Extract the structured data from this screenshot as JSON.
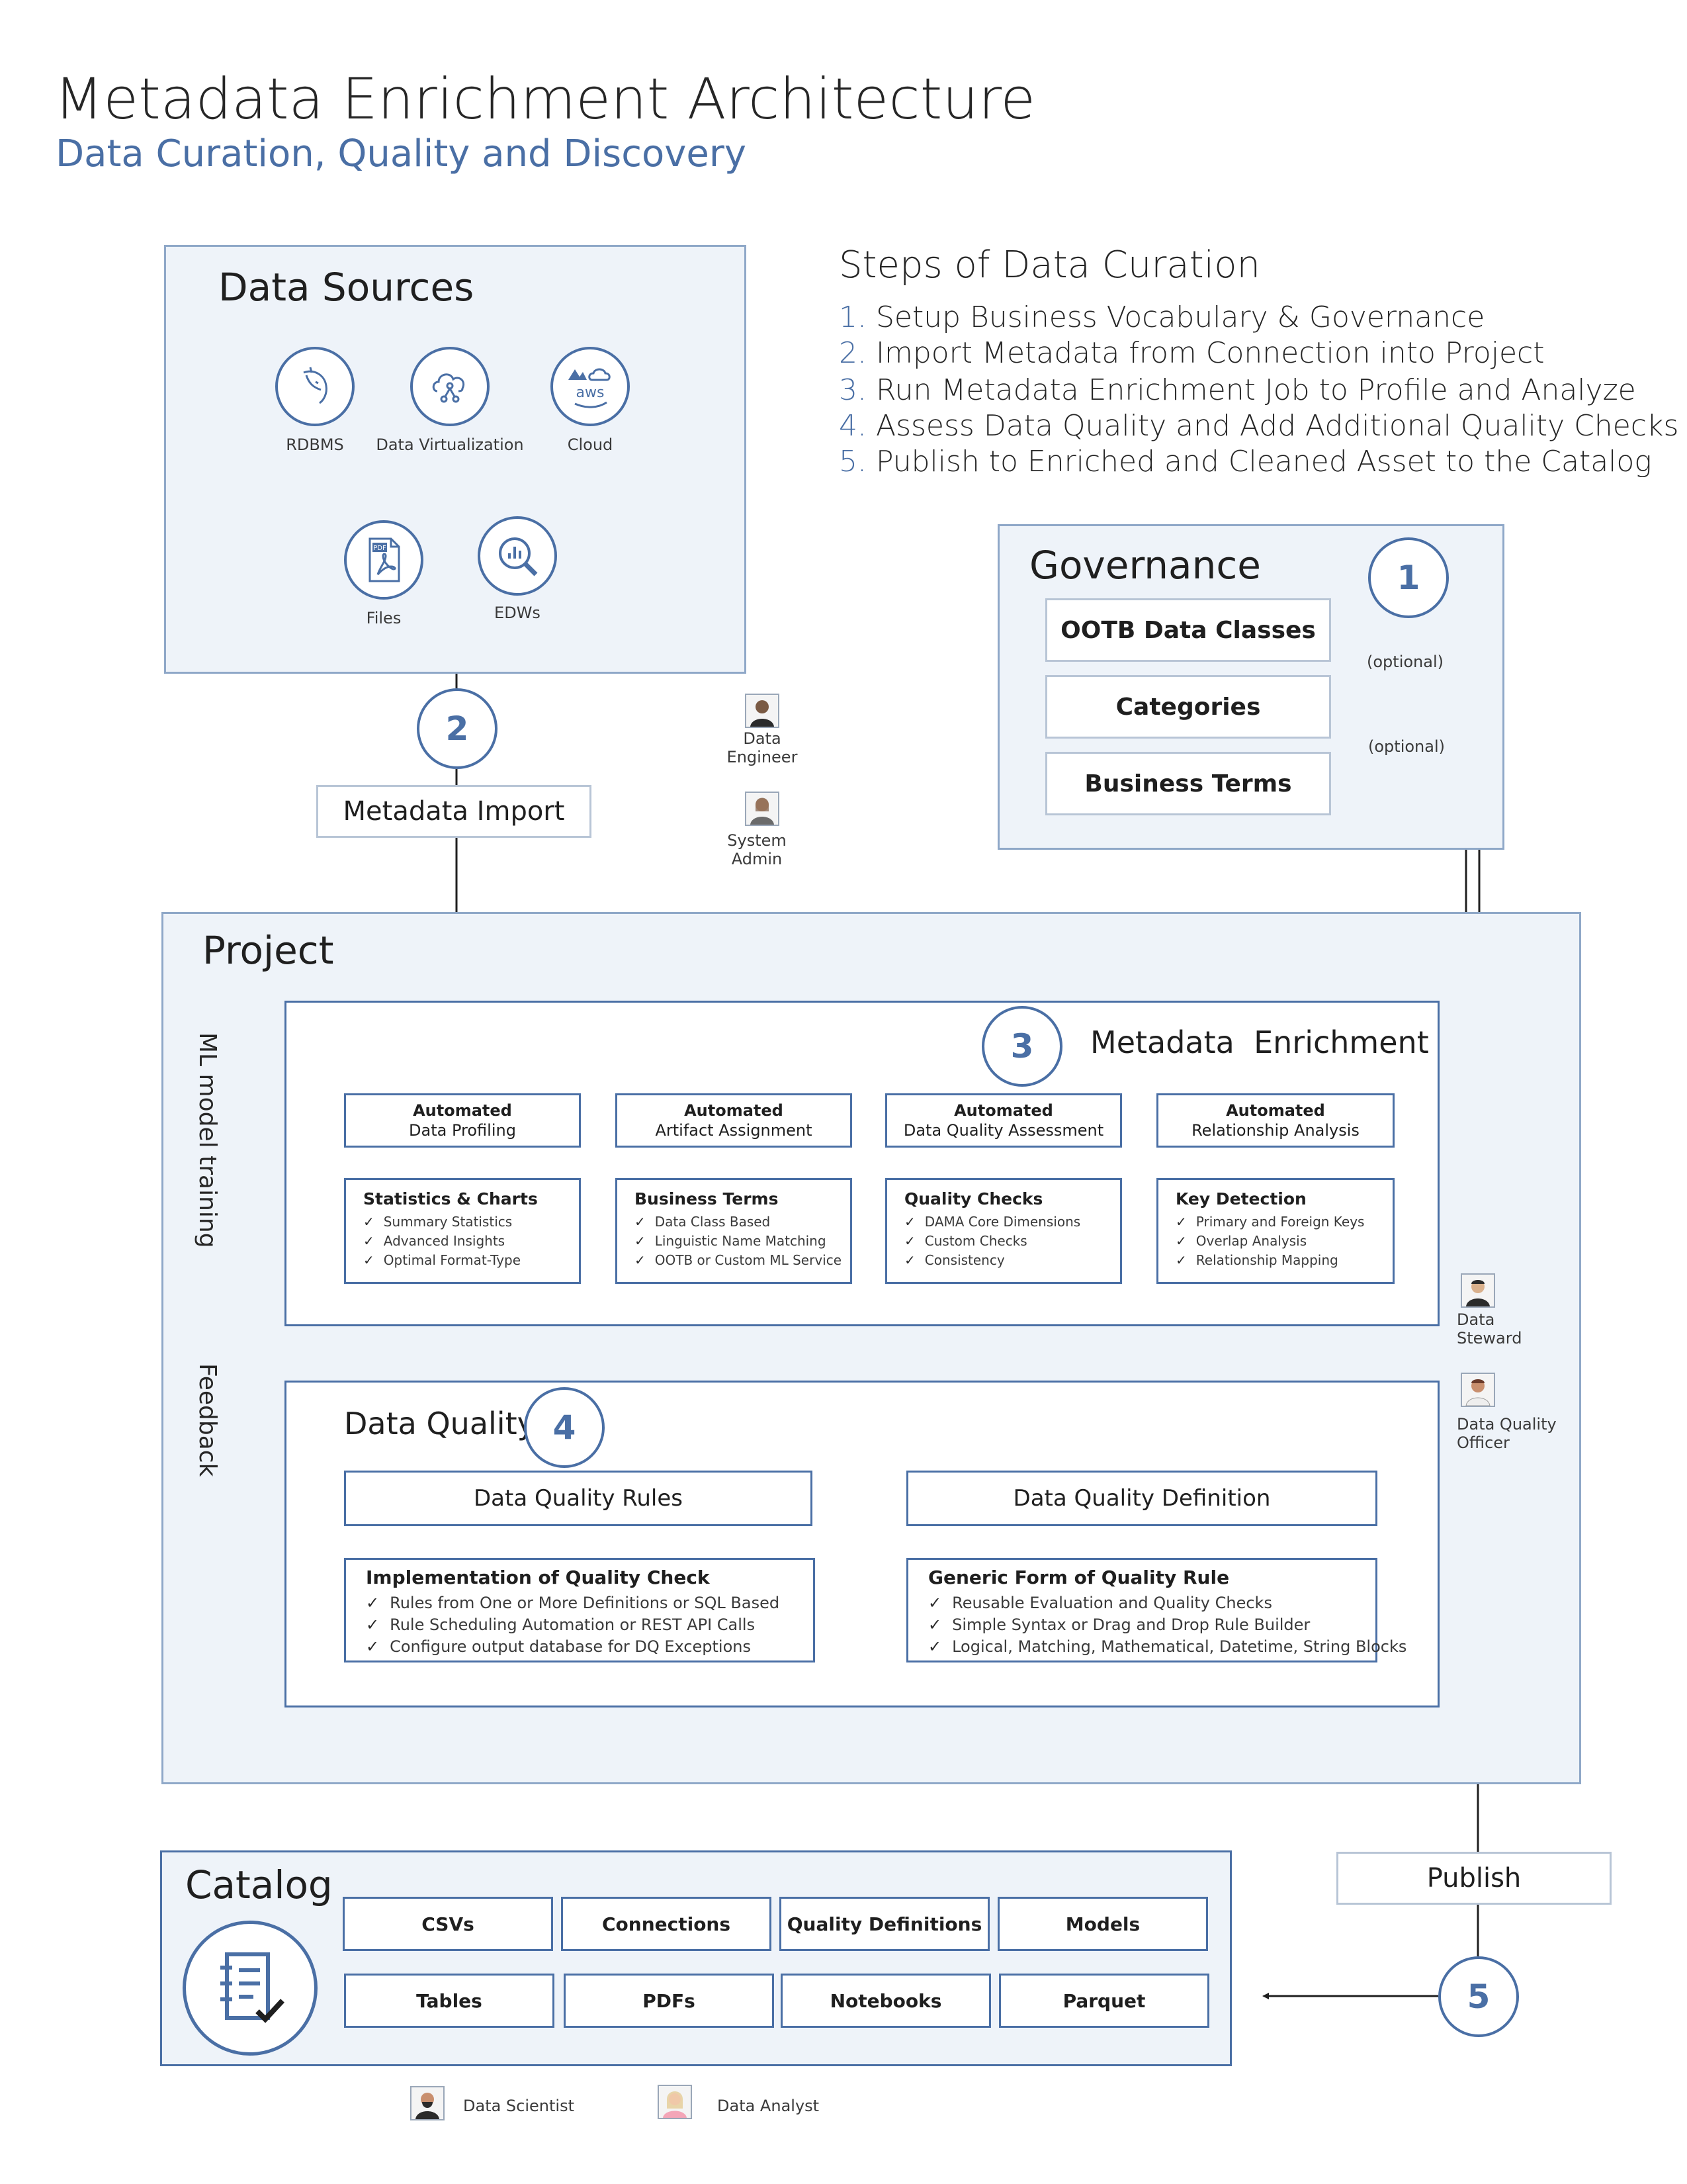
{
  "title": "Metadata Enrichment Architecture",
  "subtitle": "Data Curation, Quality and Discovery",
  "data_sources": {
    "title": "Data Sources",
    "items": [
      "RDBMS",
      "Data Virtualization",
      "Cloud",
      "Files",
      "EDWs"
    ],
    "cloud_icon_text": "aws",
    "file_icon_text": "PDF"
  },
  "steps": {
    "title": "Steps of Data Curation",
    "items": [
      {
        "n": "1.",
        "text": "Setup Business Vocabulary & Governance"
      },
      {
        "n": "2.",
        "text": "Import Metadata from Connection into Project"
      },
      {
        "n": "3.",
        "text": "Run Metadata Enrichment Job to Profile and Analyze"
      },
      {
        "n": "4.",
        "text": "Assess Data Quality and Add Additional Quality Checks"
      },
      {
        "n": "5.",
        "text": "Publish to Enriched and Cleaned Asset to the Catalog"
      }
    ]
  },
  "governance": {
    "title": "Governance",
    "step": "1",
    "items": [
      "OOTB Data Classes",
      "Categories",
      "Business Terms"
    ],
    "optional_1": "(optional)",
    "optional_2": "(optional)"
  },
  "import": {
    "step": "2",
    "label": "Metadata Import"
  },
  "people": {
    "data_engineer": [
      "Data",
      "Engineer"
    ],
    "system_admin": [
      "System",
      "Admin"
    ],
    "data_steward": [
      "Data",
      "Steward"
    ],
    "dq_officer": [
      "Data Quality",
      "Officer"
    ],
    "data_scientist": "Data Scientist",
    "data_analyst": "Data Analyst"
  },
  "project": {
    "title": "Project",
    "ml_label": "ML model training",
    "feedback_label": "Feedback"
  },
  "enrichment": {
    "title": "Metadata  Enrichment",
    "step": "3",
    "automated": [
      {
        "b": "Automated",
        "t": "Data Profiling"
      },
      {
        "b": "Automated",
        "t": "Artifact Assignment"
      },
      {
        "b": "Automated",
        "t": "Data Quality Assessment"
      },
      {
        "b": "Automated",
        "t": "Relationship Analysis"
      }
    ],
    "details": [
      {
        "h": "Statistics & Charts",
        "items": [
          "Summary Statistics",
          "Advanced Insights",
          "Optimal Format-Type"
        ]
      },
      {
        "h": "Business Terms",
        "items": [
          "Data Class Based",
          "Linguistic Name Matching",
          "OOTB or Custom ML Service"
        ]
      },
      {
        "h": "Quality Checks",
        "items": [
          "DAMA Core Dimensions",
          "Custom Checks",
          "Consistency"
        ]
      },
      {
        "h": "Key Detection",
        "items": [
          "Primary and Foreign Keys",
          "Overlap Analysis",
          "Relationship Mapping"
        ]
      }
    ]
  },
  "data_quality": {
    "title": "Data Quality",
    "step": "4",
    "rules_label": "Data Quality Rules",
    "definition_label": "Data Quality Definition",
    "implementation": {
      "h": "Implementation of Quality Check",
      "items": [
        "Rules from One or More Definitions or SQL Based",
        "Rule Scheduling Automation or REST API Calls",
        "Configure output database for DQ Exceptions"
      ]
    },
    "generic": {
      "h": "Generic Form of Quality Rule",
      "items": [
        "Reusable Evaluation and Quality Checks",
        "Simple Syntax or Drag and Drop Rule Builder",
        "Logical, Matching, Mathematical, Datetime, String Blocks"
      ]
    }
  },
  "publish": {
    "label": "Publish",
    "step": "5"
  },
  "catalog": {
    "title": "Catalog",
    "items": [
      "CSVs",
      "Connections",
      "Quality Definitions",
      "Models",
      "Tables",
      "PDFs",
      "Notebooks",
      "Parquet"
    ]
  },
  "colors": {
    "accent": "#4a6fa5",
    "panel": "#eef3f9",
    "panel_border": "#8fa8c8"
  }
}
